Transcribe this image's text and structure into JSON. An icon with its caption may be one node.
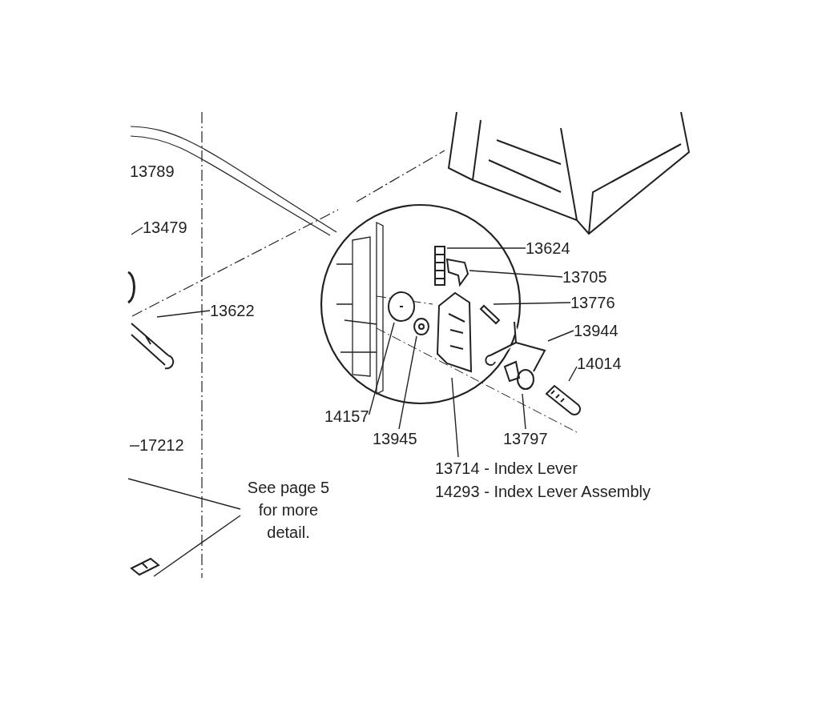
{
  "diagram": {
    "nodes": [
      {
        "text": [
          "13479"
        ]
      },
      {
        "text": [
          "13622"
        ]
      },
      {
        "text": [
          "13624"
        ]
      },
      {
        "text": [
          "13705"
        ]
      },
      {
        "text": [
          "13776"
        ]
      },
      {
        "text": [
          "13944"
        ]
      },
      {
        "text": [
          "14014"
        ]
      },
      {
        "text": [
          "14157"
        ]
      },
      {
        "text": [
          "13945"
        ]
      },
      {
        "text": [
          "13797"
        ]
      },
      {
        "text": [
          "17212"
        ]
      },
      {
        "text": [
          "13714 - Index Lever",
          "14293 - Index Lever Assembly"
        ]
      },
      {
        "text": [
          "See page 5 for more detail."
        ]
      },
      {
        "text": [],
        "shape": "picture"
      },
      {
        "text": [],
        "shape": "picture"
      },
      {
        "text": [],
        "shape": "picture"
      },
      {
        "text": [],
        "shape": "picture"
      },
      {
        "text": [],
        "shape": "picture"
      },
      {
        "text": [],
        "shape": "picture"
      },
      {
        "text": [],
        "shape": "picture"
      },
      {
        "text": [],
        "shape": "picture"
      },
      {
        "text": [],
        "shape": "picture"
      },
      {
        "text": [],
        "shape": "picture"
      },
      {
        "text": [],
        "shape": "picture"
      }
    ],
    "edges": [
      {
        "from": 0,
        "to": null,
        "arrow": "none"
      },
      {
        "from": 1,
        "to": 13,
        "arrow": "none"
      },
      {
        "from": 2,
        "to": 14,
        "arrow": "none"
      },
      {
        "from": 3,
        "to": 15,
        "arrow": "none"
      },
      {
        "from": 4,
        "to": 16,
        "arrow": "none"
      },
      {
        "from": 5,
        "to": 17,
        "arrow": "none"
      },
      {
        "from": 6,
        "to": 18,
        "arrow": "none"
      },
      {
        "from": 7,
        "to": 19,
        "arrow": "none"
      },
      {
        "from": 8,
        "to": 20,
        "arrow": "none"
      },
      {
        "from": 9,
        "to": 22,
        "arrow": "none"
      },
      {
        "from": 10,
        "to": null,
        "arrow": "none"
      },
      {
        "from": 11,
        "to": 21,
        "arrow": "none"
      },
      {
        "from": 12,
        "to": null,
        "arrow": "none"
      },
      {
        "from": 12,
        "to": 23,
        "arrow": "none"
      }
    ],
    "labels": [
      "13789"
    ]
  }
}
